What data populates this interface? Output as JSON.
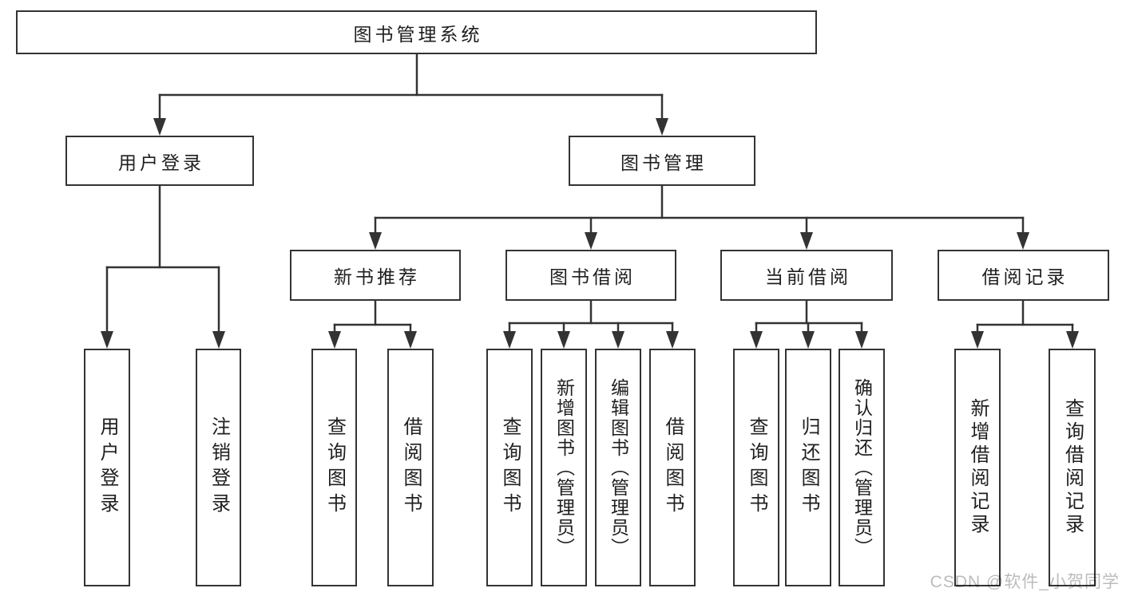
{
  "diagram": {
    "root": {
      "label": "图书管理系统"
    },
    "level2": [
      {
        "label": "用户登录"
      },
      {
        "label": "图书管理"
      }
    ],
    "level3": [
      {
        "label": "新书推荐",
        "parent": "图书管理"
      },
      {
        "label": "图书借阅",
        "parent": "图书管理"
      },
      {
        "label": "当前借阅",
        "parent": "图书管理"
      },
      {
        "label": "借阅记录",
        "parent": "图书管理"
      }
    ],
    "leaves": [
      {
        "label": "用户登录",
        "parent": "用户登录"
      },
      {
        "label": "注销登录",
        "parent": "用户登录"
      },
      {
        "label": "查询图书",
        "parent": "新书推荐"
      },
      {
        "label": "借阅图书",
        "parent": "新书推荐"
      },
      {
        "label": "查询图书",
        "parent": "图书借阅"
      },
      {
        "label": "新增图书（管理员）",
        "parent": "图书借阅"
      },
      {
        "label": "编辑图书（管理员）",
        "parent": "图书借阅"
      },
      {
        "label": "借阅图书",
        "parent": "图书借阅"
      },
      {
        "label": "查询图书",
        "parent": "当前借阅"
      },
      {
        "label": "归还图书",
        "parent": "当前借阅"
      },
      {
        "label": "确认归还（管理员）",
        "parent": "当前借阅"
      },
      {
        "label": "新增借阅记录",
        "parent": "借阅记录"
      },
      {
        "label": "查询借阅记录",
        "parent": "借阅记录"
      }
    ]
  },
  "watermark": {
    "text": "CSDN @软件_小贺同学"
  },
  "colors": {
    "line": "#333333",
    "box_border": "#333333",
    "box_fill": "#ffffff",
    "text": "#1f1f1f",
    "watermark": "#bcbcbc",
    "background": "#ffffff"
  }
}
